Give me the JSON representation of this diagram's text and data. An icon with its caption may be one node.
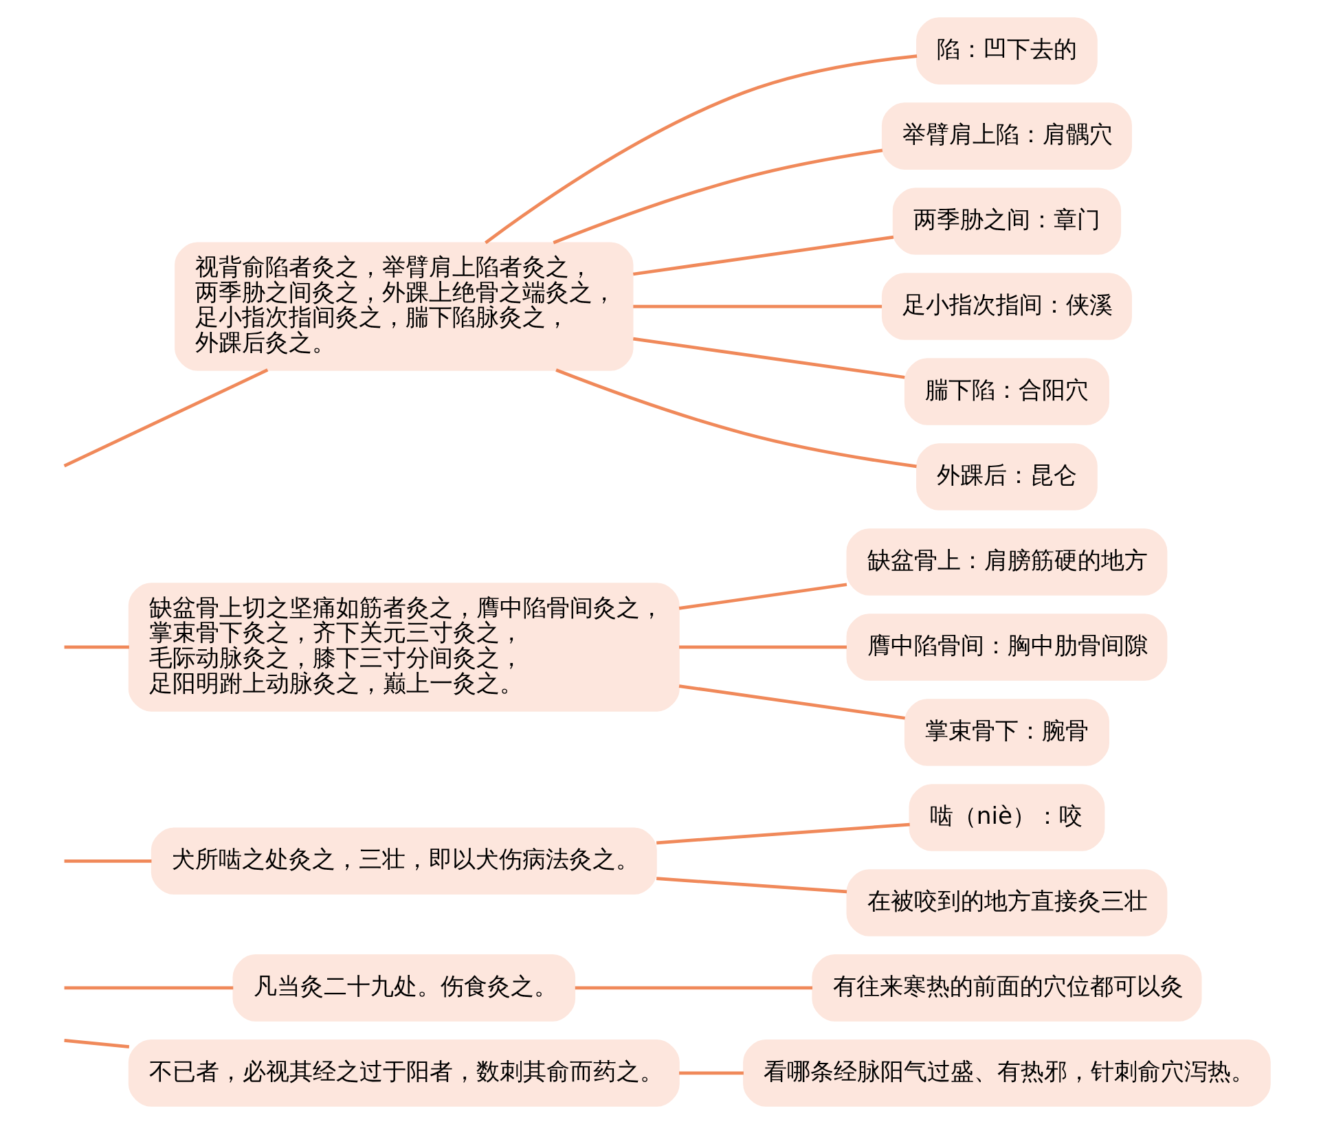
{
  "diagram": {
    "nodes": [
      {
        "text": [
          "视背俞陷者灸之，举臂肩上陷者灸之，两季胁之间灸之，外踝上绝骨之端灸之，足小指次指间灸之，腨下陷脉灸之，外踝后灸之。"
        ]
      },
      {
        "text": [
          "陷：凹下去的"
        ]
      },
      {
        "text": [
          "举臂肩上陷：肩髃穴"
        ]
      },
      {
        "text": [
          "两季胁之间：章门"
        ]
      },
      {
        "text": [
          "足小指次指间：侠溪"
        ]
      },
      {
        "text": [
          "腨下陷：合阳穴"
        ]
      },
      {
        "text": [
          "外踝后：昆仑"
        ]
      },
      {
        "text": [
          "缺盆骨上切之坚痛如筋者灸之，膺中陷骨间灸之，掌束骨下灸之，齐下关元三寸灸之，毛际动脉灸之，膝下三寸分间灸之，足阳明跗上动脉灸之，巅上一灸之。"
        ]
      },
      {
        "text": [
          "缺盆骨上：肩膀筋硬的地方"
        ]
      },
      {
        "text": [
          "膺中陷骨间：胸中肋骨间隙"
        ]
      },
      {
        "text": [
          "掌束骨下：腕骨"
        ]
      },
      {
        "text": [
          "犬所啮之处灸之，三壮，即以犬伤病法灸之。"
        ]
      },
      {
        "text": [
          "啮（niè）：咬"
        ]
      },
      {
        "text": [
          "在被咬到的地方直接灸三壮"
        ]
      },
      {
        "text": [
          "凡当灸二十九处。伤食灸之。"
        ]
      },
      {
        "text": [
          "有往来寒热的前面的穴位都可以灸"
        ]
      },
      {
        "text": [
          "不已者，必视其经之过于阳者，数刺其俞而药之。"
        ]
      },
      {
        "text": [
          "看哪条经脉阳气过盛、有热邪，针刺俞穴泻热。"
        ]
      }
    ],
    "edges": [
      {
        "from": null,
        "to": 0,
        "arrow": "none"
      },
      {
        "from": 0,
        "to": 1,
        "arrow": "none"
      },
      {
        "from": 0,
        "to": 2,
        "arrow": "none"
      },
      {
        "from": 0,
        "to": 3,
        "arrow": "none"
      },
      {
        "from": 0,
        "to": 4,
        "arrow": "none"
      },
      {
        "from": 0,
        "to": 5,
        "arrow": "none"
      },
      {
        "from": 0,
        "to": 6,
        "arrow": "none"
      },
      {
        "from": null,
        "to": 7,
        "arrow": "none"
      },
      {
        "from": 7,
        "to": 8,
        "arrow": "none"
      },
      {
        "from": 7,
        "to": 9,
        "arrow": "none"
      },
      {
        "from": 7,
        "to": 10,
        "arrow": "none"
      },
      {
        "from": null,
        "to": 11,
        "arrow": "none"
      },
      {
        "from": 11,
        "to": 12,
        "arrow": "none"
      },
      {
        "from": 11,
        "to": 13,
        "arrow": "none"
      },
      {
        "from": null,
        "to": 14,
        "arrow": "none"
      },
      {
        "from": 14,
        "to": 15,
        "arrow": "none"
      },
      {
        "from": null,
        "to": 16,
        "arrow": "none"
      },
      {
        "from": 16,
        "to": 17,
        "arrow": "none"
      }
    ]
  }
}
